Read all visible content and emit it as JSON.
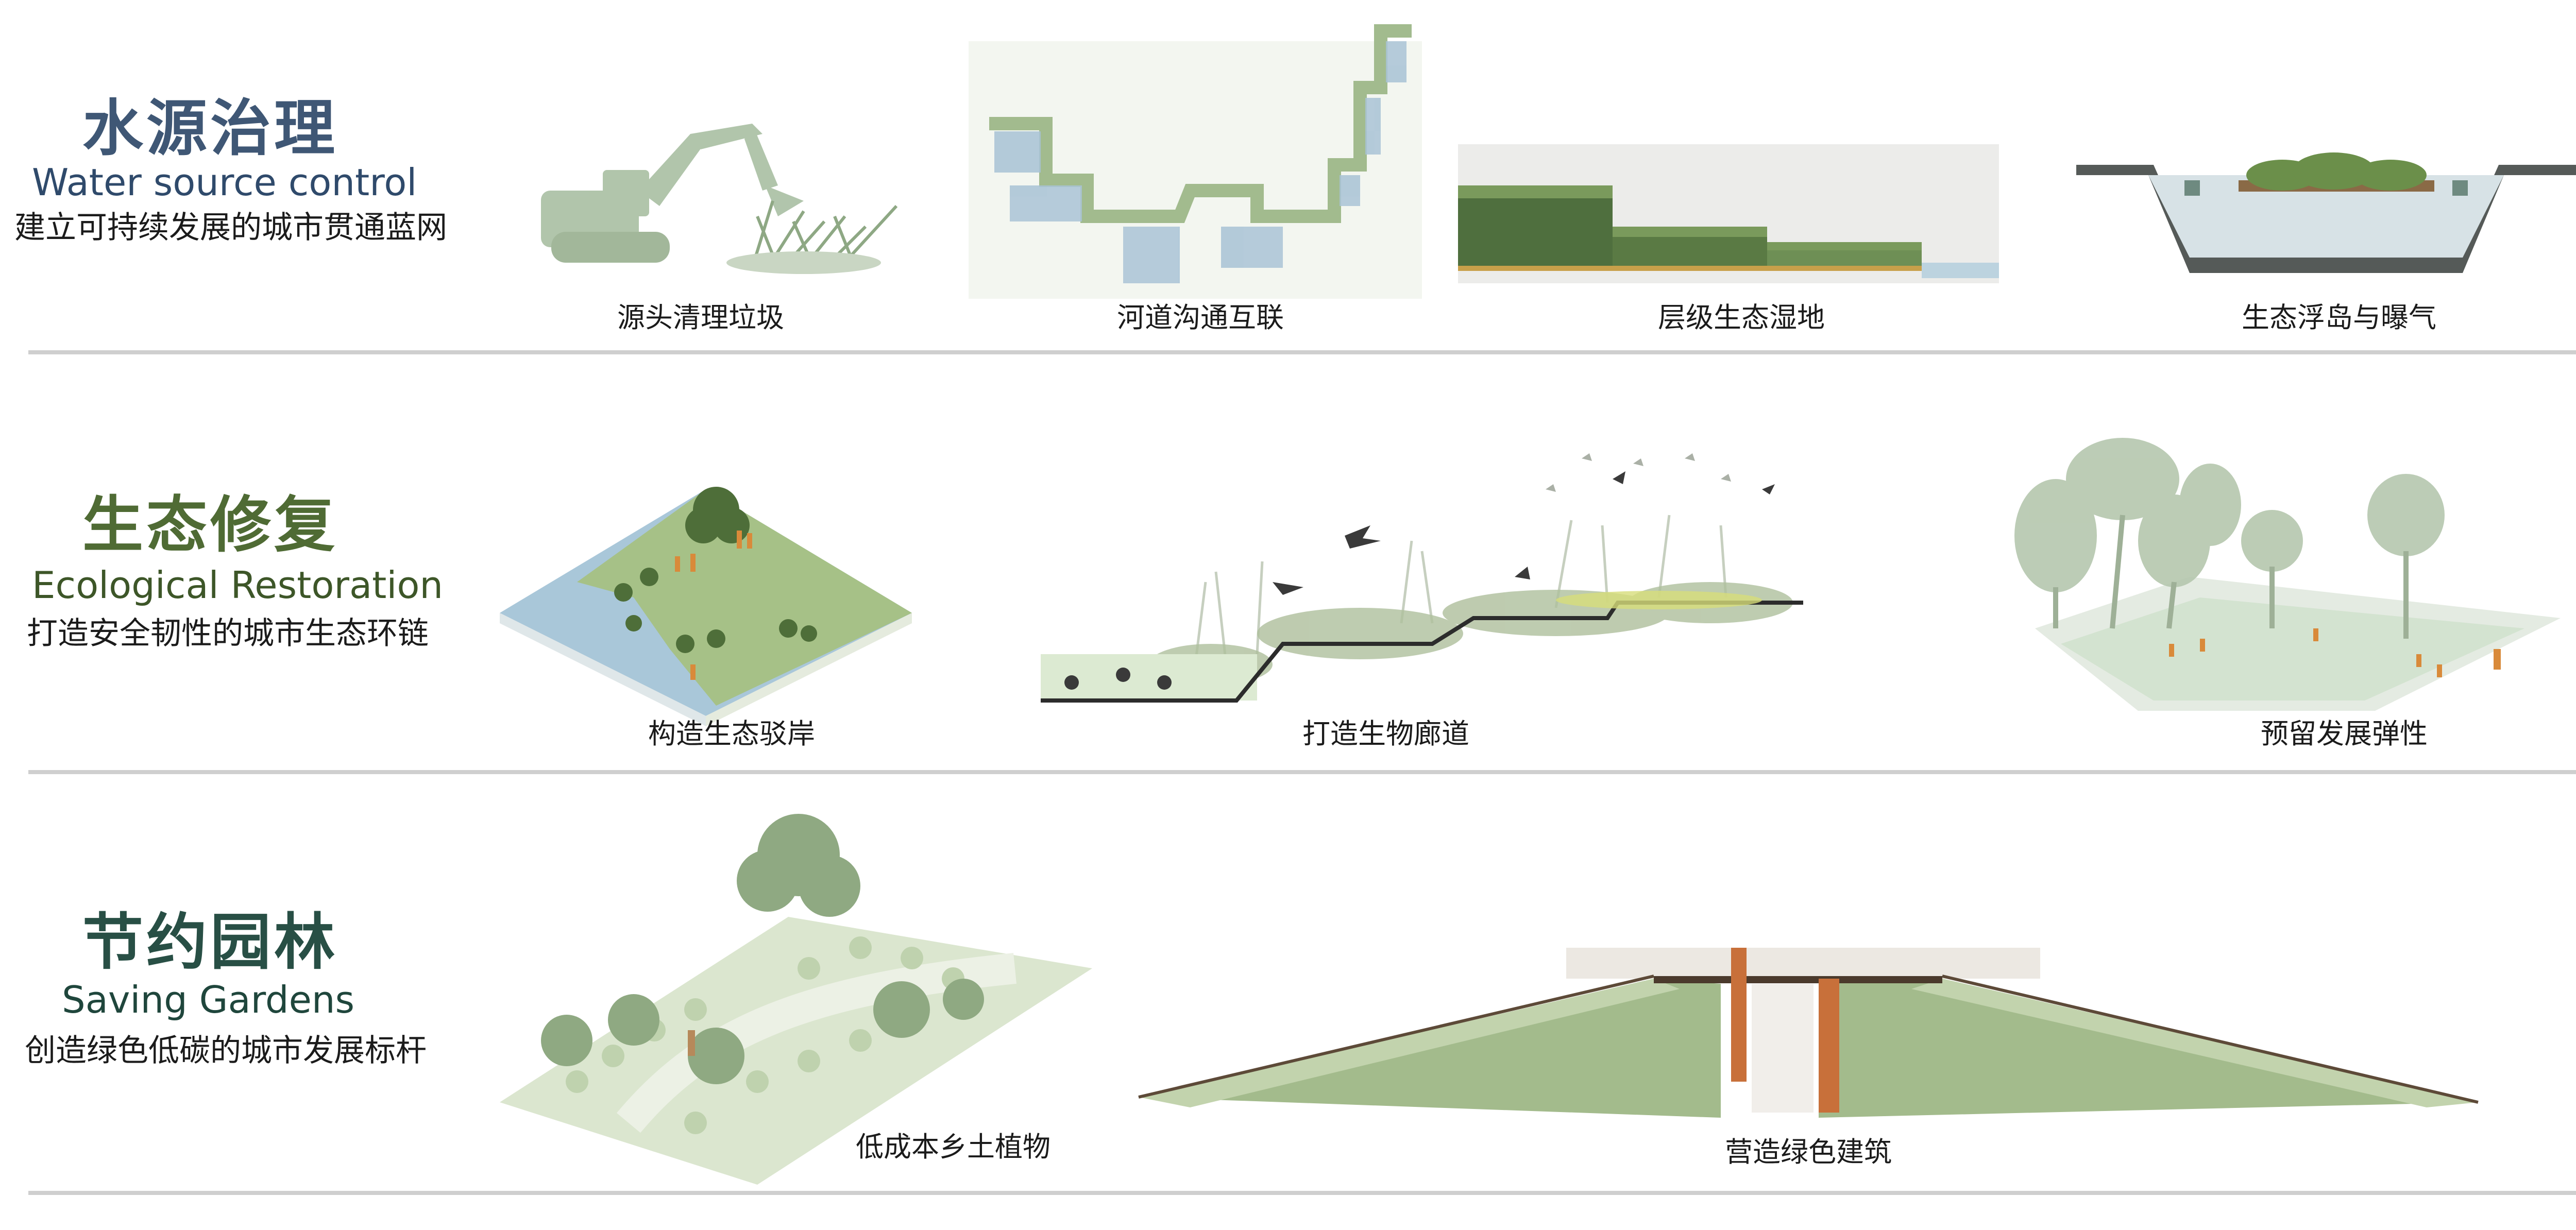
{
  "rows": [
    {
      "title_cn": "水源治理",
      "title_en": "Water source control",
      "subtitle": "建立可持续发展的城市贯通蓝网",
      "title_color": "#3f5775",
      "en_color": "#2f4a6b",
      "captions": [
        "源头清理垃圾",
        "河道沟通互联",
        "层级生态湿地",
        "生态浮岛与曝气"
      ]
    },
    {
      "title_cn": "生态修复",
      "title_en": "Ecological Restoration",
      "subtitle": "打造安全韧性的城市生态环链",
      "title_color": "#4f6b34",
      "en_color": "#3d5628",
      "captions": [
        "构造生态驳岸",
        "打造生物廊道",
        "预留发展弹性"
      ]
    },
    {
      "title_cn": "节约园林",
      "title_en": "Saving Gardens",
      "subtitle": "创造绿色低碳的城市发展标杆",
      "title_color": "#284f45",
      "en_color": "#1f463c",
      "captions": [
        "低成本乡土植物",
        "营造绿色建筑"
      ]
    }
  ],
  "colors": {
    "divider": "#cfcfcf",
    "vegetation": "#9bb58a",
    "water": "#a9c7d9",
    "figure": "#d98a3a"
  }
}
